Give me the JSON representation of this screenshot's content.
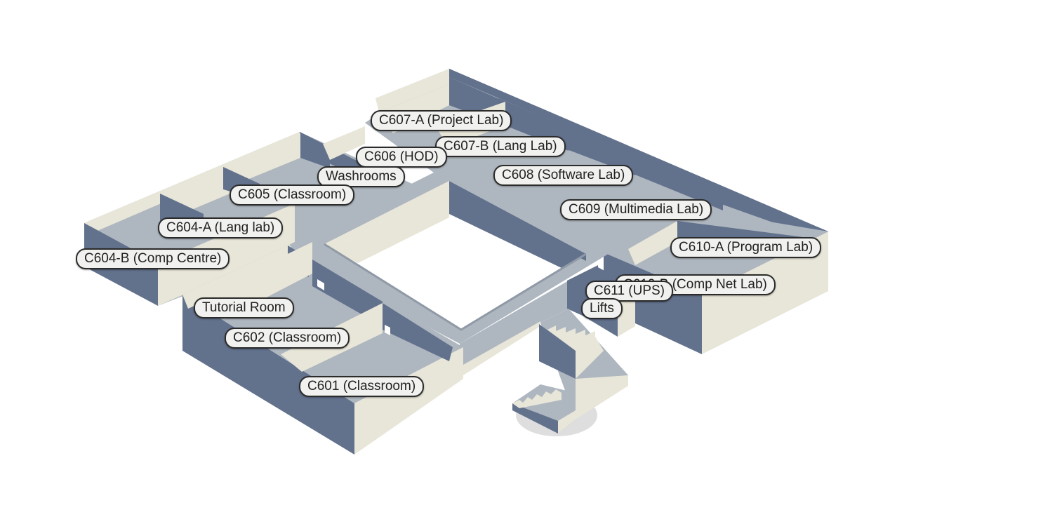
{
  "floor_map": {
    "colors": {
      "wall_dark": "#62718c",
      "wall_light": "#e8e6d8",
      "floor": "#aeb6bf",
      "courtyard": "#ffffff"
    },
    "rooms": [
      {
        "id": "c607a",
        "label": "C607-A (Project Lab)"
      },
      {
        "id": "c607b",
        "label": "C607-B (Lang Lab)"
      },
      {
        "id": "c606",
        "label": "C606 (HOD)"
      },
      {
        "id": "washrooms",
        "label": "Washrooms"
      },
      {
        "id": "c608",
        "label": "C608 (Software Lab)"
      },
      {
        "id": "c605",
        "label": "C605 (Classroom)"
      },
      {
        "id": "c609",
        "label": "C609 (Multimedia Lab)"
      },
      {
        "id": "c604a",
        "label": "C604-A (Lang lab)"
      },
      {
        "id": "c610a",
        "label": "C610-A (Program Lab)"
      },
      {
        "id": "c604b",
        "label": "C604-B (Comp Centre)"
      },
      {
        "id": "c610b",
        "label": "C610-B (Comp Net Lab)"
      },
      {
        "id": "c611",
        "label": "C611 (UPS)"
      },
      {
        "id": "lifts",
        "label": "Lifts"
      },
      {
        "id": "tutorial",
        "label": "Tutorial Room"
      },
      {
        "id": "c602",
        "label": "C602 (Classroom)"
      },
      {
        "id": "c601",
        "label": "C601 (Classroom)"
      }
    ]
  }
}
